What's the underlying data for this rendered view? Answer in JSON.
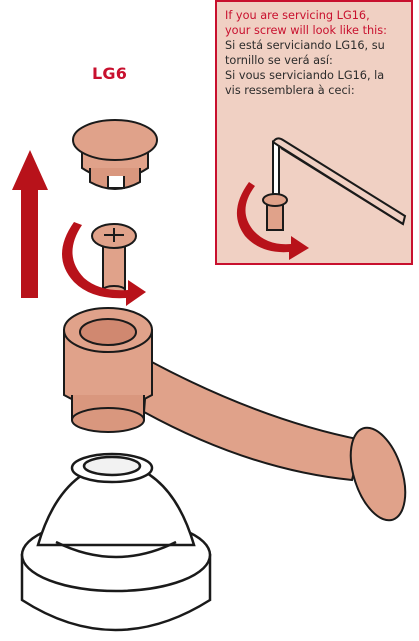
{
  "model_label": "LG6",
  "callout": {
    "lines_en": [
      "If you are servicing LG16,",
      "your screw will look like this:"
    ],
    "lines_es": [
      "Si está serviciando LG16, su",
      "tornillo se verá así:"
    ],
    "lines_fr": [
      "Si vous serviciando LG16, la",
      "vis ressemblera à ceci:"
    ]
  },
  "colors": {
    "accent": "#c8102e",
    "part_fill": "#e0a28a",
    "callout_bg": "#f0d0c3",
    "outline": "#1a1a1a"
  }
}
